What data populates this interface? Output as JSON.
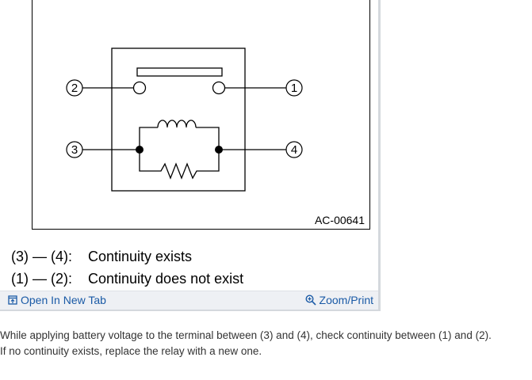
{
  "diagram": {
    "code": "AC-00641",
    "terminals": [
      "2",
      "1",
      "3",
      "4"
    ]
  },
  "legend": [
    {
      "pair": "(3) — (4):",
      "status": "Continuity exists"
    },
    {
      "pair": "(1) — (2):",
      "status": "Continuity does not exist"
    }
  ],
  "toolbar": {
    "open_label": "Open In New Tab",
    "open_icon": "open-new-tab-icon",
    "zoom_label": "Zoom/Print",
    "zoom_icon": "magnifier-plus-icon",
    "link_color": "#1a5aa6"
  },
  "instructions": [
    "While applying battery voltage to the terminal between (3) and (4), check continuity between (1) and (2).",
    "If no continuity exists, replace the relay with a new one."
  ]
}
